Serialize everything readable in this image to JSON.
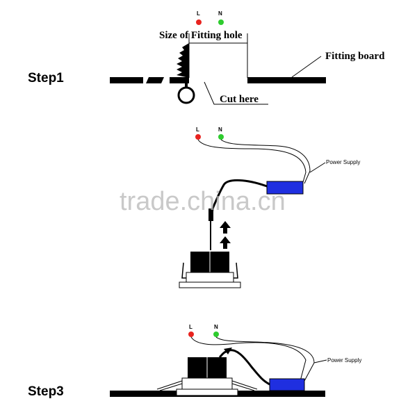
{
  "step1": {
    "label": "Step1",
    "terminal_l": "L",
    "terminal_n": "N",
    "size_label": "Size of Fitting hole",
    "board_label": "Fitting board",
    "cut_label": "Cut here"
  },
  "step2": {
    "terminal_l": "L",
    "terminal_n": "N",
    "power_label": "Power Supply"
  },
  "step3": {
    "label": "Step3",
    "terminal_l": "L",
    "terminal_n": "N",
    "power_label": "Power Supply"
  },
  "watermark": "trade.china.cn",
  "colors": {
    "live": "#e8231f",
    "neutral": "#2ecc2e",
    "power_supply": "#1f2fe0",
    "ink": "#000000"
  }
}
